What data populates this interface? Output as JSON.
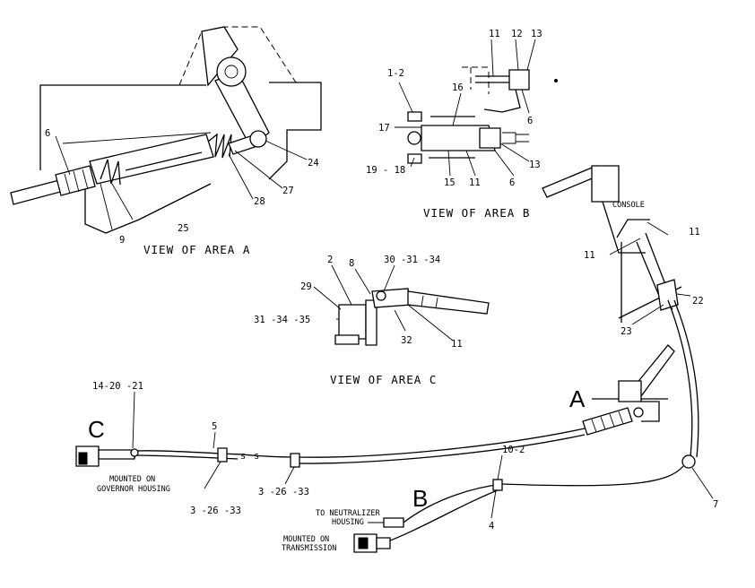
{
  "views": {
    "area_a": "VIEW OF AREA A",
    "area_b": "VIEW OF AREA B",
    "area_c": "VIEW OF AREA C"
  },
  "area_letters": {
    "a": "A",
    "b": "B",
    "c": "C"
  },
  "area_a_labels": {
    "p6": "6",
    "p9": "9",
    "p25": "25",
    "p28": "28",
    "p27": "27",
    "p24": "24"
  },
  "area_b_labels": {
    "p1_2": "1-2",
    "p16": "16",
    "p11_top": "11",
    "p12": "12",
    "p13_top": "13",
    "p6_top": "6",
    "p17": "17",
    "p19_18": "19 - 18",
    "p15": "15",
    "p11_bot": "11",
    "p6_bot": "6",
    "p13_bot": "13"
  },
  "area_c_labels": {
    "p2": "2",
    "p8": "8",
    "p30_31_34": "30 -31 -34",
    "p29": "29",
    "p31_34_35": "31 -34 -35",
    "p32": "32",
    "p11": "11"
  },
  "main_labels": {
    "console": "CONSOLE",
    "p11_left": "11",
    "p11_right": "11",
    "p22": "22",
    "p23": "23",
    "p7": "7",
    "p10_2": "10-2",
    "p4": "4",
    "p5": "5",
    "p14_20_21": "14-20 -21",
    "p3_26_33_left": "3 -26 -33",
    "p3_26_33_mid": "3 -26 -33"
  },
  "notes": {
    "governor_line1": "MOUNTED ON",
    "governor_line2": "GOVERNOR HOUSING",
    "neutralizer_line1": "TO NEUTRALIZER",
    "neutralizer_line2": "HOUSING",
    "transmission_line1": "MOUNTED ON",
    "transmission_line2": "TRANSMISSION"
  }
}
